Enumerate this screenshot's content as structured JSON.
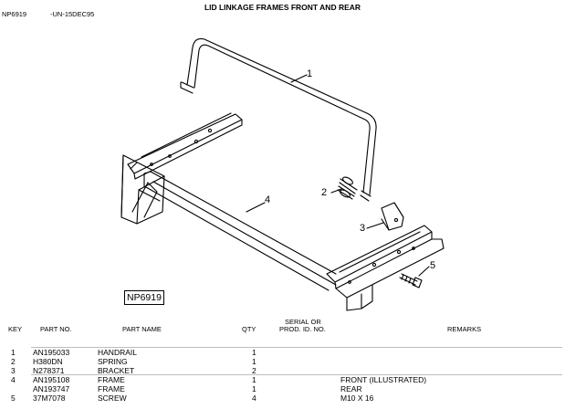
{
  "header": {
    "figure_code": "NP6919",
    "date_code": "-UN-15DEC95",
    "title": "LID LINKAGE FRAMES FRONT AND REAR"
  },
  "illustration": {
    "figure_label": "NP6919",
    "callouts": [
      "1",
      "2",
      "3",
      "4",
      "5"
    ]
  },
  "table": {
    "headers": {
      "key": "KEY",
      "part_no": "PART NO.",
      "part_name": "PART NAME",
      "qty": "QTY",
      "serial_line1": "SERIAL OR",
      "serial_line2": "PROD. ID. NO.",
      "remarks": "REMARKS"
    },
    "rows": [
      {
        "key": "1",
        "part_no": "AN195033",
        "part_name": "HANDRAIL",
        "qty": "1",
        "remarks": ""
      },
      {
        "key": "2",
        "part_no": "H380DN",
        "part_name": "SPRING",
        "qty": "1",
        "remarks": ""
      },
      {
        "key": "3",
        "part_no": "N278371",
        "part_name": "BRACKET",
        "qty": "2",
        "remarks": ""
      },
      {
        "key": "4",
        "part_no": "AN195108",
        "part_name": "FRAME",
        "qty": "1",
        "remarks": "FRONT (ILLUSTRATED)"
      },
      {
        "key": "",
        "part_no": "AN193747",
        "part_name": "FRAME",
        "qty": "1",
        "remarks": "REAR"
      },
      {
        "key": "5",
        "part_no": "37M7078",
        "part_name": "SCREW",
        "qty": "4",
        "remarks": "M10 X 16"
      }
    ]
  }
}
